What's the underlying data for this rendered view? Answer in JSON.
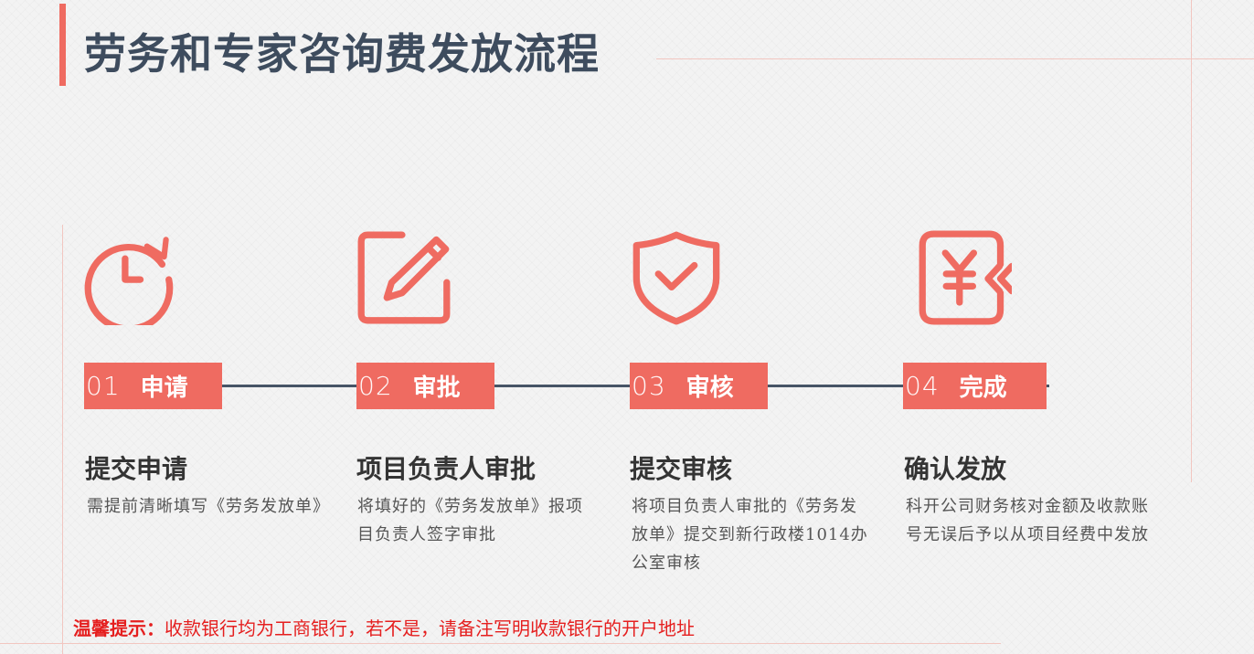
{
  "title": "劳务和专家咨询费发放流程",
  "steps": [
    {
      "number": "01",
      "label": "申请",
      "heading": "提交申请",
      "description": "需提前清晰填写《劳务发放单》",
      "icon": "clock-icon"
    },
    {
      "number": "02",
      "label": "审批",
      "heading": "项目负责人审批",
      "description": "将填好的《劳务发放单》报项目负责人签字审批",
      "icon": "edit-pencil-icon"
    },
    {
      "number": "03",
      "label": "审核",
      "heading": "提交审核",
      "description": "将项目负责人审批的《劳务发放单》提交到新行政楼1014办公室审核",
      "icon": "shield-check-icon"
    },
    {
      "number": "04",
      "label": "完成",
      "heading": "确认发放",
      "description": "科开公司财务核对金额及收款账号无误后予以从项目经费中发放",
      "icon": "yen-payment-icon"
    }
  ],
  "notice": {
    "label": "温馨提示：",
    "text": "收款银行均为工商银行，若不是，请备注写明收款银行的开户地址"
  },
  "colors": {
    "accent": "#ef6b61",
    "title": "#3e4c5e",
    "timeline": "#465466",
    "notice": "#e51f1f"
  }
}
